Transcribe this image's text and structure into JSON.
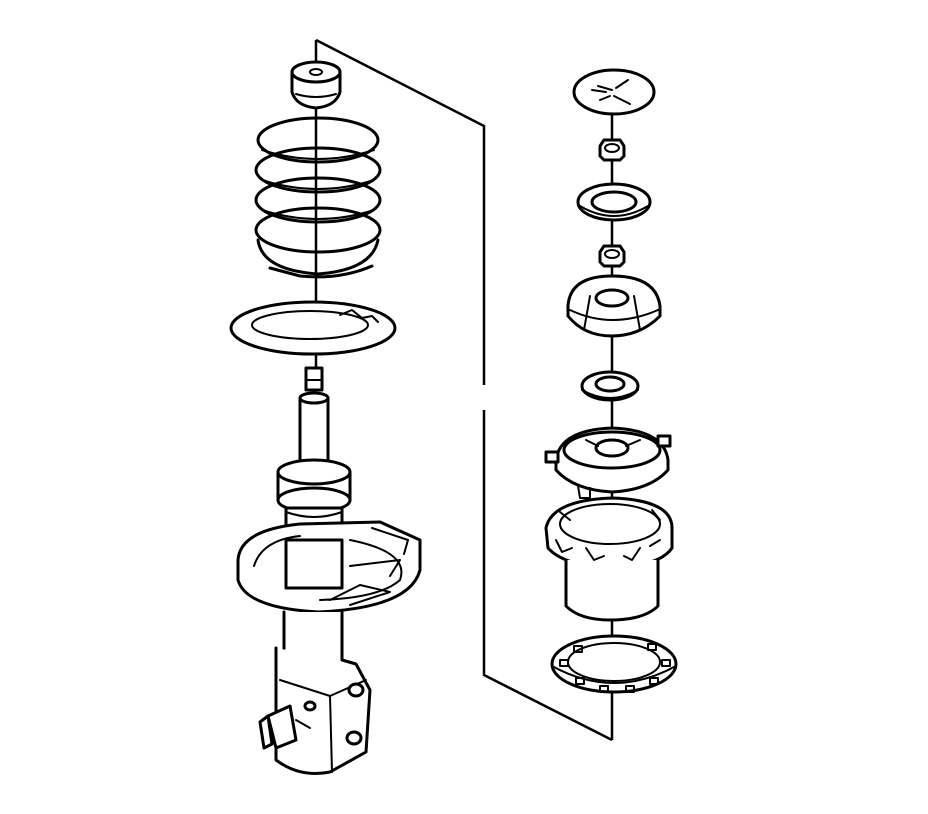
{
  "diagram": {
    "type": "exploded-view",
    "colors": {
      "line": "#000000",
      "background": "#ffffff"
    },
    "components": {
      "left": [
        "bump-stop",
        "coil-spring",
        "spring-insulator",
        "strut-piston-rod",
        "strut-body",
        "lower-spring-seat",
        "steering-knuckle-bracket"
      ],
      "right": [
        "cap",
        "upper-nut",
        "washer",
        "lock-nut",
        "dust-boot",
        "bearing-washer",
        "upper-mount",
        "spring-seat-housing",
        "lower-insulator"
      ]
    }
  }
}
